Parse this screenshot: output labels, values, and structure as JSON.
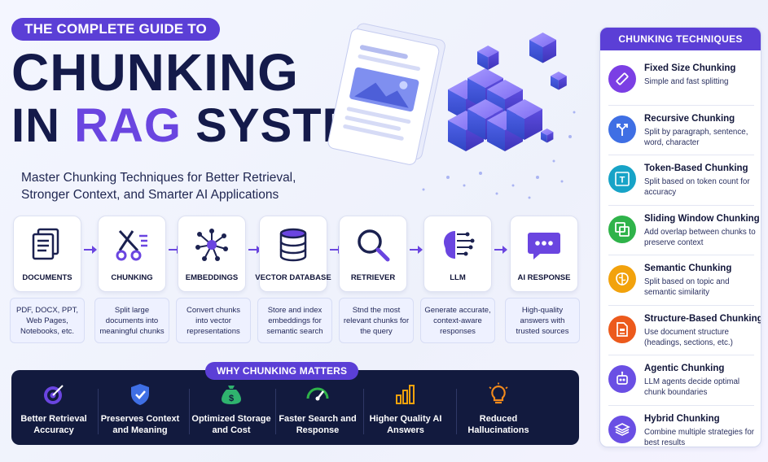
{
  "header": {
    "badge": "THE COMPLETE GUIDE TO",
    "title_line1": "CHUNKING",
    "title_line2_prefix": "IN ",
    "title_line2_accent": "RAG",
    "title_line2_suffix": " SYSTEMS",
    "subtitle": "Master Chunking Techniques for Better Retrieval, Stronger Context, and Smarter AI Applications"
  },
  "flow": [
    {
      "label": "DOCUMENTS",
      "icon": "documents-icon",
      "desc": "PDF, DOCX, PPT, Web Pages, Notebooks, etc."
    },
    {
      "label": "CHUNKING",
      "icon": "scissors-icon",
      "desc": "Split large documents into meaningful chunks"
    },
    {
      "label": "EMBEDDINGS",
      "icon": "network-icon",
      "desc": "Convert chunks into vector representations"
    },
    {
      "label": "VECTOR DATABASE",
      "icon": "database-icon",
      "desc": "Store and index embeddings for semantic search"
    },
    {
      "label": "RETRIEVER",
      "icon": "magnifier-icon",
      "desc": "Stnd the most relevant chunks for the query"
    },
    {
      "label": "LLM",
      "icon": "brain-circuit-icon",
      "desc": "Generate accurate, context-aware responses"
    },
    {
      "label": "AI RESPONSE",
      "icon": "chat-bubble-icon",
      "desc": "High-quality answers with trusted sources"
    }
  ],
  "why": {
    "title": "WHY CHUNKING MATTERS",
    "items": [
      {
        "label": "Better Retrieval Accuracy",
        "icon": "target-icon"
      },
      {
        "label": "Preserves Context and Meaning",
        "icon": "shield-check-icon"
      },
      {
        "label": "Optimized Storage and Cost",
        "icon": "money-bag-icon"
      },
      {
        "label": "Faster Search and Response",
        "icon": "speedometer-icon"
      },
      {
        "label": "Higher Quality AI Answers",
        "icon": "bar-chart-icon"
      },
      {
        "label": "Reduced Hallucinations",
        "icon": "lightbulb-icon"
      }
    ]
  },
  "techniques": {
    "title": "CHUNKING TECHNIQUES",
    "items": [
      {
        "name": "Fixed Size Chunking",
        "desc": "Simple and fast splitting",
        "icon": "ruler-icon",
        "color": "#7b3fe4"
      },
      {
        "name": "Recursive Chunking",
        "desc": "Split by paragraph, sentence, word, character",
        "icon": "tree-split-icon",
        "color": "#3f6fe4"
      },
      {
        "name": "Token-Based Chunking",
        "desc": "Split based on token count for accuracy",
        "icon": "text-token-icon",
        "color": "#17a3c7"
      },
      {
        "name": "Sliding Window Chunking",
        "desc": "Add overlap between chunks to preserve context",
        "icon": "overlap-windows-icon",
        "color": "#2fb34a"
      },
      {
        "name": "Semantic Chunking",
        "desc": "Split based on topic and semantic similarity",
        "icon": "brain-icon",
        "color": "#f2a20c"
      },
      {
        "name": "Structure-Based Chunking",
        "desc": "Use document structure (headings, sections, etc.)",
        "icon": "document-structure-icon",
        "color": "#ec5a1c"
      },
      {
        "name": "Agentic Chunking",
        "desc": "LLM agents decide optimal chunk boundaries",
        "icon": "robot-icon",
        "color": "#6a4fe4"
      },
      {
        "name": "Hybrid Chunking",
        "desc": "Combine multiple strategies for best results",
        "icon": "layers-icon",
        "color": "#6a4fe4"
      }
    ]
  }
}
